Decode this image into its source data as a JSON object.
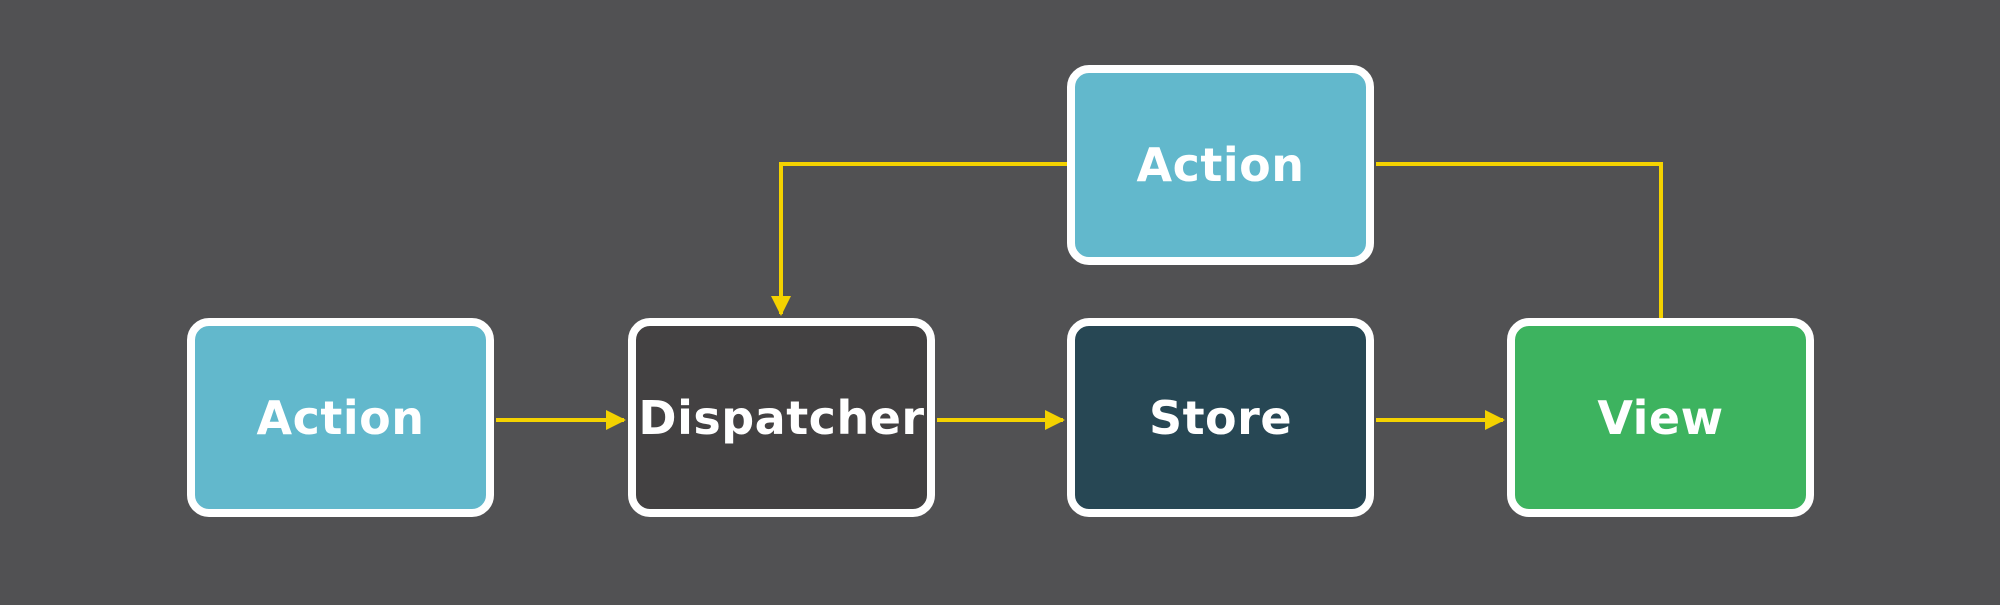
{
  "diagram": {
    "background_color": "#515153",
    "connector_color": "#f4d200",
    "border_color": "#ffffff",
    "nodes": [
      {
        "id": "action-left",
        "label": "Action",
        "color": "#62b8cc"
      },
      {
        "id": "dispatcher",
        "label": "Dispatcher",
        "color": "#434142"
      },
      {
        "id": "store",
        "label": "Store",
        "color": "#274754"
      },
      {
        "id": "view",
        "label": "View",
        "color": "#3db35f"
      },
      {
        "id": "action-top",
        "label": "Action",
        "color": "#62b8cc"
      }
    ],
    "edges": [
      {
        "from": "action-left",
        "to": "dispatcher"
      },
      {
        "from": "dispatcher",
        "to": "store"
      },
      {
        "from": "store",
        "to": "view"
      },
      {
        "from": "view",
        "to": "action-top"
      },
      {
        "from": "action-top",
        "to": "dispatcher"
      }
    ]
  }
}
